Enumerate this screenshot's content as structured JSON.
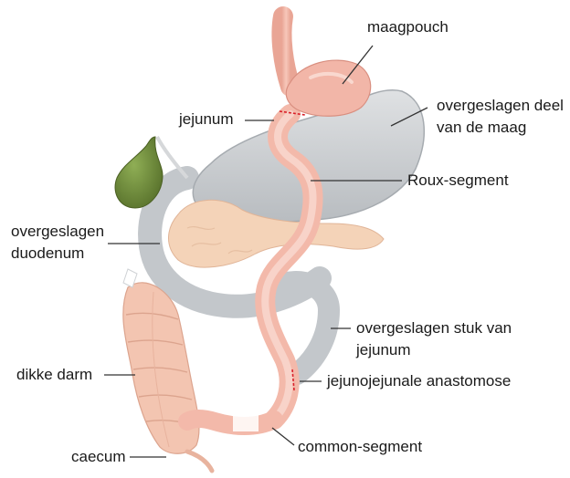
{
  "labels": {
    "maagpouch": "maagpouch",
    "overgeslagen_deel_1": "overgeslagen deel",
    "overgeslagen_deel_2": "van de maag",
    "jejunum": "jejunum",
    "roux": "Roux-segment",
    "duodenum_1": "overgeslagen",
    "duodenum_2": "duodenum",
    "stuk_1": "overgeslagen stuk van",
    "stuk_2": "jejunum",
    "dikke_darm": "dikke darm",
    "anastomose": "jejunojejunale anastomose",
    "common": "common-segment",
    "caecum": "caecum"
  },
  "colors": {
    "bypassed_gray": "#c9ccd0",
    "bypassed_gray_dark": "#9ea3a8",
    "intestine_pink": "#f2b6a8",
    "intestine_pink_dark": "#d98f80",
    "gallbladder_green": "#6f8f3a",
    "pancreas": "#f5d6bd",
    "colon": "#f3c6b3",
    "anastomosis_red": "#d9202a"
  }
}
